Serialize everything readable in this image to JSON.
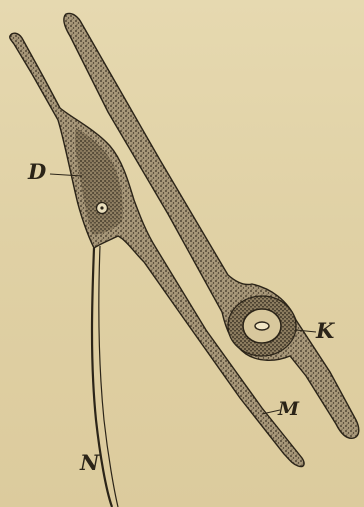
{
  "labels": {
    "D": "D",
    "K": "K",
    "M": "M",
    "N": "N"
  },
  "colors": {
    "paper": "#e2d3a8",
    "ink": "#2b2418",
    "stipple": "#3a3022"
  }
}
